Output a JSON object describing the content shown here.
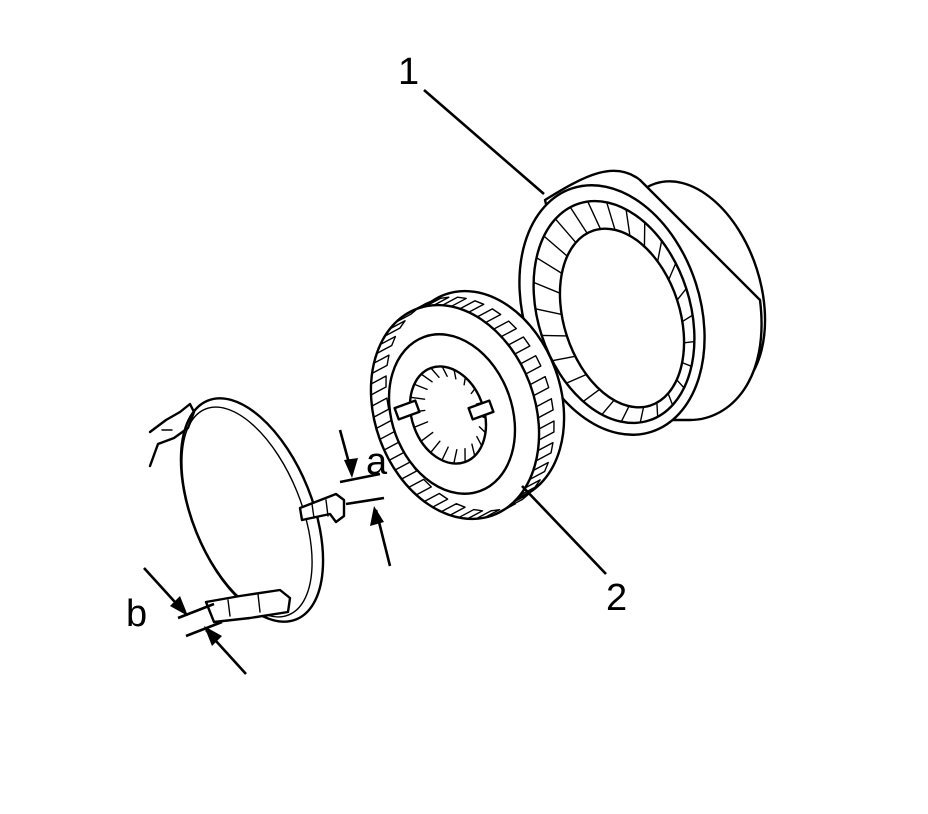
{
  "callouts": {
    "part_1": "1",
    "part_2": "2",
    "dim_a": "a",
    "dim_b": "b"
  },
  "colors": {
    "ink": "#000000",
    "paper": "#ffffff"
  }
}
